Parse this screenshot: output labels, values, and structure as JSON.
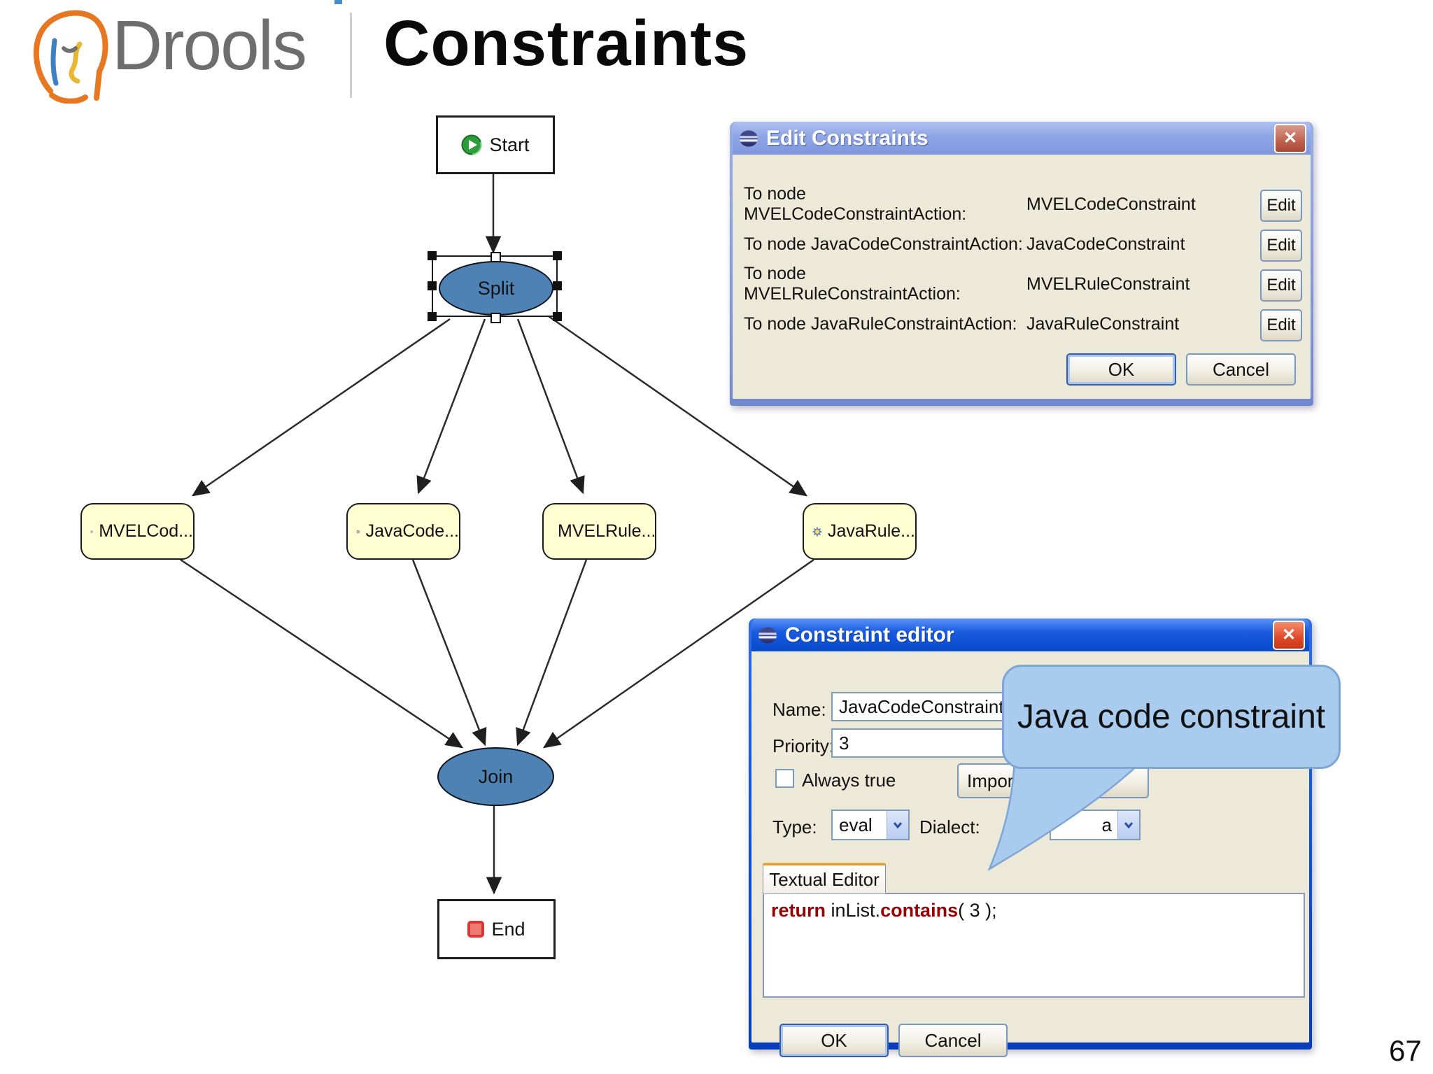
{
  "header": {
    "brand": "Drools",
    "title": "Constraints"
  },
  "page_number": "67",
  "callout": {
    "text": "Java code constraint"
  },
  "diagram": {
    "nodes": {
      "start": {
        "label": "Start"
      },
      "split": {
        "label": "Split"
      },
      "mvelcode": {
        "label": "MVELCod..."
      },
      "javacode": {
        "label": "JavaCode..."
      },
      "mvelrule": {
        "label": "MVELRule..."
      },
      "javarule": {
        "label": "JavaRule..."
      },
      "join": {
        "label": "Join"
      },
      "end": {
        "label": "End"
      }
    },
    "colors": {
      "gateway_fill": "#4E81B4",
      "action_fill": "#FFFFD2"
    }
  },
  "edit_constraints_dialog": {
    "title": "Edit Constraints",
    "close_glyph": "✕",
    "rows": [
      {
        "label": "To node MVELCodeConstraintAction:",
        "value": "MVELCodeConstraint",
        "button": "Edit"
      },
      {
        "label": "To node JavaCodeConstraintAction:",
        "value": "JavaCodeConstraint",
        "button": "Edit"
      },
      {
        "label": "To node MVELRuleConstraintAction:",
        "value": "MVELRuleConstraint",
        "button": "Edit"
      },
      {
        "label": "To node JavaRuleConstraintAction:",
        "value": "JavaRuleConstraint",
        "button": "Edit"
      }
    ],
    "ok_label": "OK",
    "cancel_label": "Cancel"
  },
  "constraint_editor_dialog": {
    "title": "Constraint editor",
    "close_glyph": "✕",
    "name_label": "Name:",
    "name_value": "JavaCodeConstraint",
    "priority_label": "Priority:",
    "priority_value": "3",
    "always_true_label": "Always true",
    "imports_button": "Imports ...",
    "type_label": "Type:",
    "type_value": "eval",
    "dialect_label": "Dialect:",
    "dialect_value": "a",
    "tab_label": "Textual Editor",
    "code": [
      {
        "text": "return"
      },
      {
        "text": " inList."
      },
      {
        "text": "contains"
      },
      {
        "text": "( 3 );"
      }
    ],
    "ok_label": "OK",
    "cancel_label": "Cancel"
  },
  "ui_colors": {
    "active_title_blue": "#0F4ED0",
    "inactive_title_blue": "#8FA6E5",
    "dialog_beige": "#ECE9D8",
    "callout_blue": "#A9CBEE",
    "keyword_red": "#990000"
  }
}
